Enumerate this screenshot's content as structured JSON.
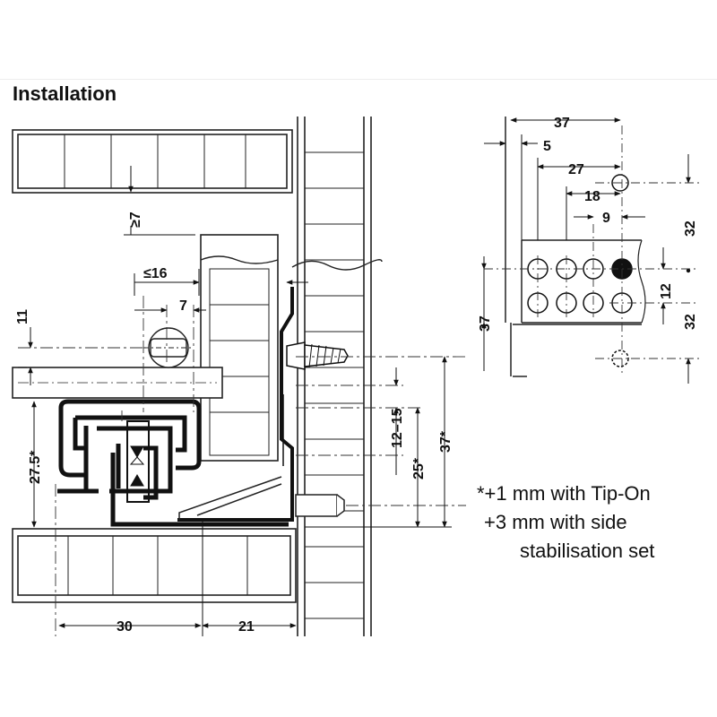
{
  "title": "Installation",
  "dims": {
    "d37_top": "37",
    "d5": "5",
    "d27": "27",
    "d18": "18",
    "d9": "9",
    "d32_top": "32",
    "d12_right": "12",
    "d32_bottom": "32",
    "d37_left": "37",
    "d_ge7": "≥7",
    "d_le16": "≤16",
    "d7": "7",
    "d11": "11",
    "d27_5": "27.5*",
    "d12_15": "12–15",
    "d25": "25*",
    "d37_star": "37*",
    "d30": "30",
    "d21": "21"
  },
  "notes": {
    "line1": "*+1 mm with Tip-On",
    "line2": "+3 mm with side",
    "line3": "stabilisation set"
  }
}
